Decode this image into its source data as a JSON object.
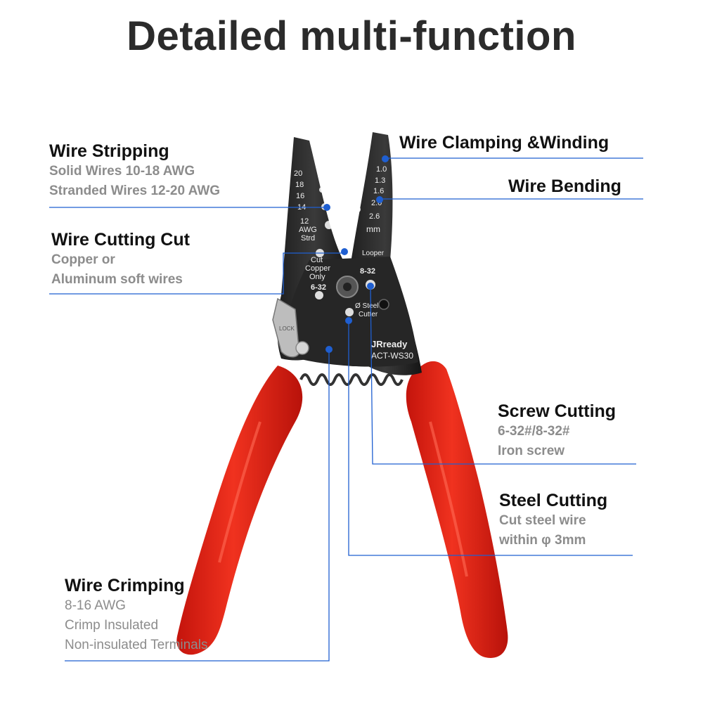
{
  "title": "Detailed multi-function",
  "accent_color": "#1f5fd1",
  "handle_color": "#e8271b",
  "callouts": {
    "wire_stripping": {
      "heading": "Wire Stripping",
      "lines": [
        "Solid Wires 10-18 AWG",
        "Stranded Wires 12-20 AWG"
      ]
    },
    "wire_cutting": {
      "heading": "Wire Cutting Cut",
      "lines": [
        "Copper or",
        "Aluminum soft wires"
      ]
    },
    "wire_crimping": {
      "heading": "Wire Crimping",
      "lines": [
        "8-16 AWG",
        "Crimp Insulated",
        "Non-insulated Terminals"
      ]
    },
    "wire_clamping": {
      "heading": "Wire Clamping &Winding"
    },
    "wire_bending": {
      "heading": "Wire Bending"
    },
    "screw_cutting": {
      "heading": "Screw Cutting",
      "lines": [
        "6-32#/8-32#",
        "Iron screw"
      ]
    },
    "steel_cutting": {
      "heading": "Steel Cutting",
      "lines": [
        "Cut steel wire",
        "within φ 3mm"
      ]
    }
  },
  "tool_markings": {
    "awg_sizes": [
      "20",
      "18",
      "16",
      "14",
      "12"
    ],
    "awg_label": "AWG",
    "strd_label": "Strd",
    "cut_copper": [
      "Cut",
      "Copper",
      "Only"
    ],
    "screw_left": "6-32",
    "screw_right": "8-32",
    "mm_sizes": [
      "1.0",
      "1.3",
      "1.6",
      "2.0",
      "2.6"
    ],
    "mm_label": "mm",
    "looper": "Looper",
    "steel_cutter": [
      "Ø Steel",
      "Cutter"
    ],
    "brand": "JRready",
    "model": "ACT-WS30",
    "lock": "LOCK"
  }
}
